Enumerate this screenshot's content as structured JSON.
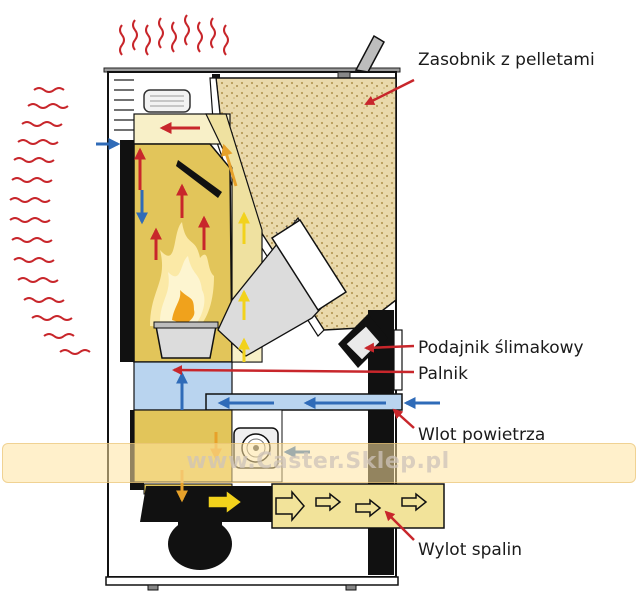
{
  "labels": {
    "hopper": "Zasobnik z pelletami",
    "auger": "Podajnik ślimakowy",
    "burner": "Palnik",
    "air_inlet": "Wlot powietrza",
    "flue_outlet": "Wylot spalin"
  },
  "watermark": "www.Caster.Sklep.pl",
  "colors": {
    "hot_arrow": "#c8262b",
    "cold_arrow": "#2f6bb8",
    "yellow_arrow": "#f2d21c",
    "chamber": "#e2c55a",
    "pellets": "#e7d6a6",
    "duct_air": "#b9d4ef",
    "outline": "#111111"
  }
}
